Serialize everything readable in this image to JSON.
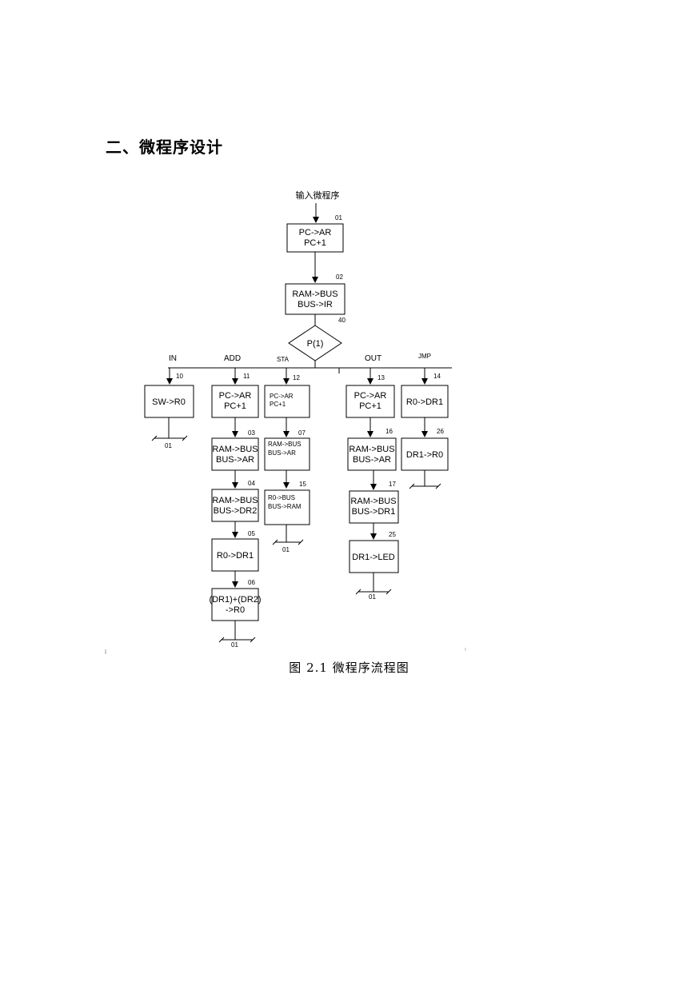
{
  "heading": "二、微程序设计",
  "caption": "图 2.1 微程序流程图",
  "diagram": {
    "entry_label": "输入微程序",
    "fetch": [
      {
        "addr": "01",
        "lines": [
          "PC->AR",
          "PC+1"
        ]
      },
      {
        "addr": "02",
        "lines": [
          "RAM->BUS",
          "BUS->IR"
        ]
      }
    ],
    "decision": {
      "addr": "40",
      "label": "P(1)"
    },
    "branches": {
      "in": {
        "name": "IN",
        "steps": [
          {
            "addr": "10",
            "lines": [
              "SW->R0"
            ]
          }
        ],
        "return": "01"
      },
      "add": {
        "name": "ADD",
        "steps": [
          {
            "addr": "11",
            "lines": [
              "PC->AR",
              "PC+1"
            ]
          },
          {
            "addr": "03",
            "lines": [
              "RAM->BUS",
              "BUS->AR"
            ]
          },
          {
            "addr": "04",
            "lines": [
              "RAM->BUS",
              "BUS->DR2"
            ]
          },
          {
            "addr": "05",
            "lines": [
              "R0->DR1"
            ]
          },
          {
            "addr": "06",
            "lines": [
              "(DR1)+(DR2)",
              "->R0"
            ]
          }
        ],
        "return": "01"
      },
      "sta": {
        "name": "STA",
        "steps": [
          {
            "addr": "12",
            "lines": [
              "PC->AR",
              "PC+1"
            ]
          },
          {
            "addr": "07",
            "lines": [
              "RAM->BUS",
              "BUS->AR"
            ]
          },
          {
            "addr": "15",
            "lines": [
              "R0->BUS",
              "BUS->RAM"
            ]
          }
        ],
        "return": "01"
      },
      "out": {
        "name": "OUT",
        "steps": [
          {
            "addr": "13",
            "lines": [
              "PC->AR",
              "PC+1"
            ]
          },
          {
            "addr": "16",
            "lines": [
              "RAM->BUS",
              "BUS->AR"
            ]
          },
          {
            "addr": "17",
            "lines": [
              "RAM->BUS",
              "BUS->DR1"
            ]
          },
          {
            "addr": "25",
            "lines": [
              "DR1->LED"
            ]
          }
        ],
        "return": "01"
      },
      "jmp": {
        "name": "JMP",
        "steps": [
          {
            "addr": "14",
            "lines": [
              "R0->DR1"
            ]
          },
          {
            "addr": "26",
            "lines": [
              "DR1->R0"
            ]
          }
        ],
        "return": null
      }
    }
  }
}
